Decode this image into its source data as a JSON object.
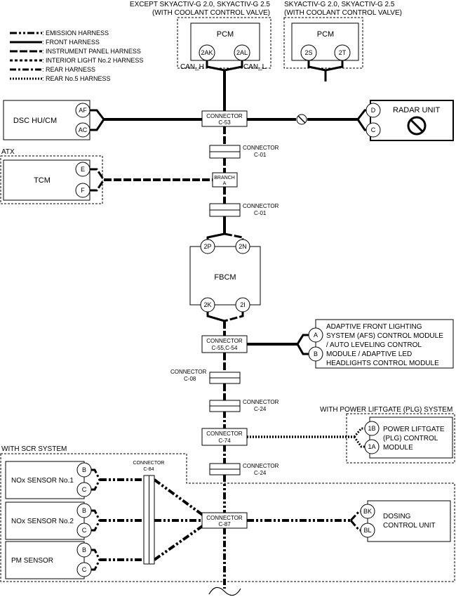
{
  "headers": {
    "except_line1": "EXCEPT SKYACTIV-G 2.0, SKYACTIV-G 2.5",
    "except_line2": "(WITH COOLANT CONTROL VALVE)",
    "sky_line1": "SKYACTIV-G 2.0, SKYACTIV-G 2.5",
    "sky_line2": "(WITH COOLANT CONTROL VALVE)"
  },
  "legend": [
    {
      "label": ": EMISSION HARNESS",
      "style": "emission"
    },
    {
      "label": ": FRONT HARNESS",
      "style": "front"
    },
    {
      "label": ": INSTRUMENT PANEL HARNESS",
      "style": "instrument"
    },
    {
      "label": ": INTERIOR LIGHT No.2 HARNESS",
      "style": "interior"
    },
    {
      "label": ": REAR HARNESS",
      "style": "rear"
    },
    {
      "label": ": REAR No.5 HARNESS",
      "style": "rear5"
    }
  ],
  "modules": {
    "pcm_left": {
      "name": "PCM",
      "pins": [
        "2AK",
        "2AL"
      ],
      "can_h": "CAN_H",
      "can_l": "CAN_L"
    },
    "pcm_right": {
      "name": "PCM",
      "pins": [
        "2S",
        "2T"
      ]
    },
    "dsc": {
      "name": "DSC HU/CM",
      "pins": [
        "AF",
        "AC"
      ]
    },
    "radar": {
      "name": "RADAR UNIT",
      "pins": [
        "D",
        "C"
      ]
    },
    "tcm": {
      "name": "TCM",
      "pins": [
        "E",
        "F"
      ],
      "group": "ATX"
    },
    "fbcm": {
      "name": "FBCM",
      "pins": [
        "2P",
        "2N",
        "2K",
        "2I"
      ]
    },
    "afs": {
      "lines": [
        "ADAPTIVE FRONT LIGHTING",
        "SYSTEM (AFS) CONTROL MODULE",
        "/ AUTO LEVELING CONTROL",
        "MODULE / ADAPTIVE LED",
        "HEADLIGHTS CONTROL MODULE"
      ],
      "pins": [
        "A",
        "B"
      ]
    },
    "plg": {
      "group": "WITH POWER LIFTGATE (PLG) SYSTEM",
      "lines": [
        "POWER LIFTGATE",
        "(PLG) CONTROL",
        "MODULE"
      ],
      "pins": [
        "1B",
        "1A"
      ]
    },
    "scr_group": "WITH SCR SYSTEM",
    "nox1": {
      "name": "NOx SENSOR No.1",
      "pins": [
        "B",
        "C"
      ]
    },
    "nox2": {
      "name": "NOx SENSOR No.2",
      "pins": [
        "B",
        "C"
      ]
    },
    "pm": {
      "name": "PM SENSOR",
      "pins": [
        "B",
        "C"
      ]
    },
    "dosing": {
      "lines": [
        "DOSING",
        "CONTROL UNIT"
      ],
      "pins": [
        "BK",
        "BL"
      ]
    }
  },
  "connectors": {
    "c53": {
      "line1": "CONNECTOR",
      "line2": "C-53"
    },
    "c01a": {
      "line1": "CONNECTOR",
      "line2": "C-01"
    },
    "branch": {
      "line1": "BRANCH",
      "line2": "A"
    },
    "c01b": {
      "line1": "CONNECTOR",
      "line2": "C-01"
    },
    "c55": {
      "line1": "CONNECTOR",
      "line2": "C-55,C-54"
    },
    "c08": {
      "line1": "CONNECTOR",
      "line2": "C-08"
    },
    "c24a": {
      "line1": "CONNECTOR",
      "line2": "C-24"
    },
    "c74": {
      "line1": "CONNECTOR",
      "line2": "C-74"
    },
    "c24b": {
      "line1": "CONNECTOR",
      "line2": "C-24"
    },
    "c84": {
      "line1": "CONNECTOR",
      "line2": "C-84"
    },
    "c87": {
      "line1": "CONNECTOR",
      "line2": "C-87"
    }
  }
}
